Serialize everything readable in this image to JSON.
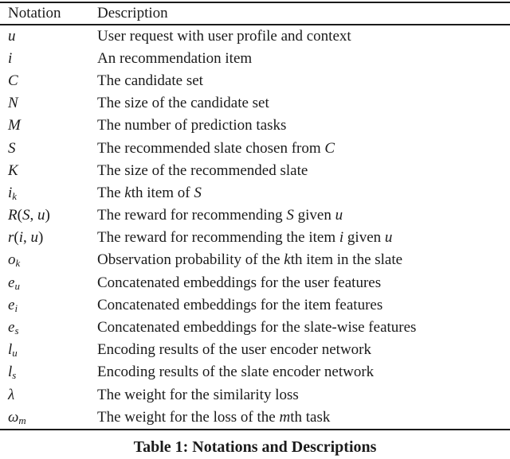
{
  "page": {
    "background": "#ffffff",
    "text_color": "#1b1b1b",
    "rule_color": "#1b1b1b"
  },
  "table": {
    "header": {
      "notation": "Notation",
      "description": "Description"
    },
    "rows": [
      {
        "notation": [
          {
            "t": "u",
            "i": true
          }
        ],
        "description": [
          "User request with user profile and context"
        ]
      },
      {
        "notation": [
          {
            "t": "i",
            "i": true
          }
        ],
        "description": [
          "An recommendation item"
        ]
      },
      {
        "notation": [
          {
            "t": "C",
            "i": true
          }
        ],
        "description": [
          "The candidate set"
        ]
      },
      {
        "notation": [
          {
            "t": "N",
            "i": true
          }
        ],
        "description": [
          "The size of the candidate set"
        ]
      },
      {
        "notation": [
          {
            "t": "M",
            "i": true
          }
        ],
        "description": [
          "The number of prediction tasks"
        ]
      },
      {
        "notation": [
          {
            "t": "S",
            "i": true
          }
        ],
        "description": [
          "The recommended slate chosen from ",
          {
            "t": "C",
            "i": true
          }
        ]
      },
      {
        "notation": [
          {
            "t": "K",
            "i": true
          }
        ],
        "description": [
          "The size of the recommended slate"
        ]
      },
      {
        "notation": [
          {
            "t": "i",
            "i": true
          },
          {
            "t": "k",
            "i": true,
            "sub": true
          }
        ],
        "description": [
          "The ",
          {
            "t": "k",
            "i": true
          },
          "th item of ",
          {
            "t": "S",
            "i": true
          }
        ]
      },
      {
        "notation": [
          {
            "t": "R",
            "i": true
          },
          "(",
          {
            "t": "S",
            "i": true
          },
          ", ",
          {
            "t": "u",
            "i": true
          },
          ")"
        ],
        "description": [
          "The reward for recommending ",
          {
            "t": "S",
            "i": true
          },
          " given ",
          {
            "t": "u",
            "i": true
          }
        ]
      },
      {
        "notation": [
          {
            "t": "r",
            "i": true
          },
          "(",
          {
            "t": "i",
            "i": true
          },
          ", ",
          {
            "t": "u",
            "i": true
          },
          ")"
        ],
        "description": [
          "The reward for recommending the item ",
          {
            "t": "i",
            "i": true
          },
          " given ",
          {
            "t": "u",
            "i": true
          }
        ]
      },
      {
        "notation": [
          {
            "t": "o",
            "i": true
          },
          {
            "t": "k",
            "i": true,
            "sub": true
          }
        ],
        "description": [
          "Observation probability of the ",
          {
            "t": "k",
            "i": true
          },
          "th item in the slate"
        ]
      },
      {
        "notation": [
          {
            "t": "e",
            "i": true
          },
          {
            "t": "u",
            "i": true,
            "sub": true
          }
        ],
        "description": [
          "Concatenated embeddings for the user features"
        ]
      },
      {
        "notation": [
          {
            "t": "e",
            "i": true
          },
          {
            "t": "i",
            "i": true,
            "sub": true
          }
        ],
        "description": [
          "Concatenated embeddings for the item features"
        ]
      },
      {
        "notation": [
          {
            "t": "e",
            "i": true
          },
          {
            "t": "s",
            "i": true,
            "sub": true
          }
        ],
        "description": [
          "Concatenated embeddings for the slate-wise features"
        ]
      },
      {
        "notation": [
          {
            "t": "l",
            "i": true
          },
          {
            "t": "u",
            "i": true,
            "sub": true
          }
        ],
        "description": [
          "Encoding results of the user encoder network"
        ]
      },
      {
        "notation": [
          {
            "t": "l",
            "i": true
          },
          {
            "t": "s",
            "i": true,
            "sub": true
          }
        ],
        "description": [
          "Encoding results of the slate encoder network"
        ]
      },
      {
        "notation": [
          {
            "t": "λ",
            "i": true
          }
        ],
        "description": [
          "The weight for the similarity loss"
        ]
      },
      {
        "notation": [
          {
            "t": "ω",
            "i": true
          },
          {
            "t": "m",
            "i": true,
            "sub": true
          }
        ],
        "description": [
          "The weight for the loss of the ",
          {
            "t": "m",
            "i": true
          },
          "th task"
        ]
      }
    ]
  },
  "caption": {
    "text": "Table 1: Notations and Descriptions"
  }
}
